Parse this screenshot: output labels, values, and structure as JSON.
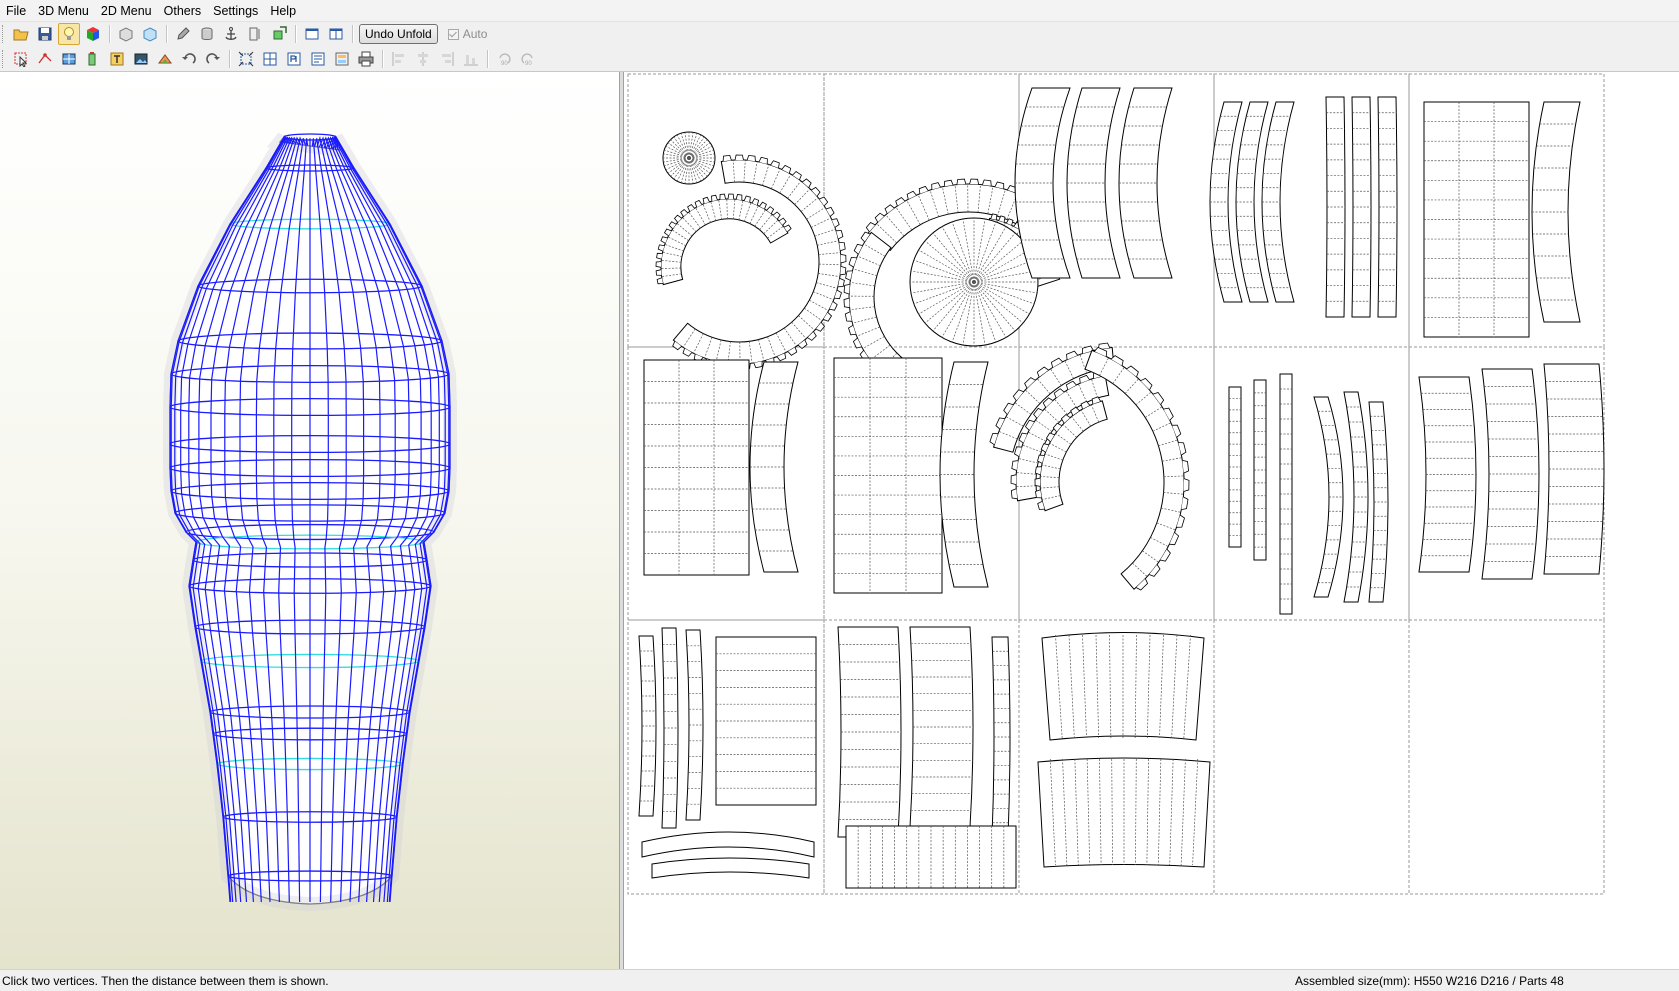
{
  "menu": [
    "File",
    "3D Menu",
    "2D Menu",
    "Others",
    "Settings",
    "Help"
  ],
  "toolbar1": {
    "icons": [
      "open-folder-icon",
      "save-icon",
      "light-bulb-icon",
      "color-cube-icon",
      "box-shaded-icon",
      "box-flat-icon",
      "pencil-icon",
      "cylinder-icon",
      "anchor-icon",
      "mirror-icon",
      "cube-arrow-icon",
      "single-window-icon",
      "split-window-icon"
    ],
    "undo_unfold_label": "Undo Unfold",
    "auto_label": "Auto"
  },
  "toolbar2": {
    "icons": [
      "select-arrow-icon",
      "select-vertex-icon",
      "texture-icon",
      "paint-bucket-icon",
      "text-tool-icon",
      "image-icon",
      "fold-edge-icon",
      "rotate-left-icon",
      "rotate-right-icon",
      "snap-icon",
      "grid-icon",
      "page-number-icon",
      "print-preview-icon",
      "layout-icon",
      "printer-icon",
      "align-left-icon",
      "align-center-icon",
      "align-right-icon",
      "align-top-icon",
      "rotate-90-icon",
      "rotate-minus-90-icon"
    ]
  },
  "status": {
    "message": "Click two vertices. Then the distance between them is shown.",
    "assembled_size": "Assembled size(mm): H550 W216 D216 / Parts 48"
  },
  "colors": {
    "wireframe": "#1a1aff",
    "seam": "#33dddd",
    "page_border": "#999999"
  }
}
